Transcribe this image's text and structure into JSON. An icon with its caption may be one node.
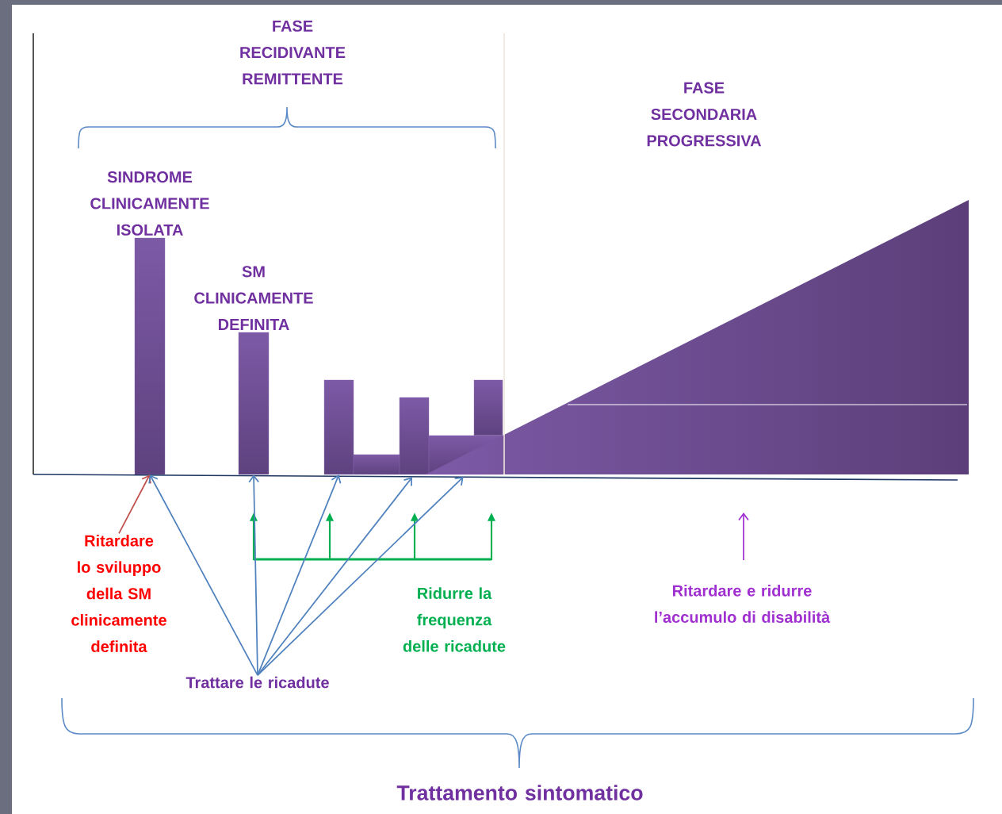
{
  "diagram": {
    "nodes": [
      {
        "text": [
          "SINDROME CLINICAMENTE ISOLATA"
        ]
      },
      {
        "text": [
          "SM CLINICAMENTE DEFINITA"
        ]
      },
      {
        "text": [],
        "shape": "bar"
      },
      {
        "text": [],
        "shape": "bar"
      },
      {
        "text": [],
        "shape": "bar"
      },
      {
        "text": [],
        "shape": "bar"
      },
      {
        "text": [],
        "shape": "bar"
      },
      {
        "text": [],
        "shape": "triangle"
      },
      {
        "text": [
          "Ritardare lo sviluppo della SM clinicamente definita"
        ]
      },
      {
        "text": [
          "Trattare le ricadute"
        ]
      }
    ],
    "edges": [
      {
        "from": 8,
        "to": 0,
        "arrow": "to",
        "color": "#c0504d"
      },
      {
        "from": 9,
        "to": 0,
        "arrow": "to"
      },
      {
        "from": 9,
        "to": 1,
        "arrow": "to"
      },
      {
        "from": 9,
        "to": 2,
        "arrow": "to"
      },
      {
        "from": 9,
        "to": 4,
        "arrow": "to"
      },
      {
        "from": 9,
        "to": 5,
        "arrow": "to"
      }
    ],
    "labels": [
      "FASE RECIDIVANTE REMITTENTE",
      "FASE SECONDARIA PROGRESSIVA",
      "Ridurre la frequenza delle ricadute",
      "Ritardare e ridurre l’accumulo di disabilità",
      "Trattamento sintomatico"
    ]
  }
}
